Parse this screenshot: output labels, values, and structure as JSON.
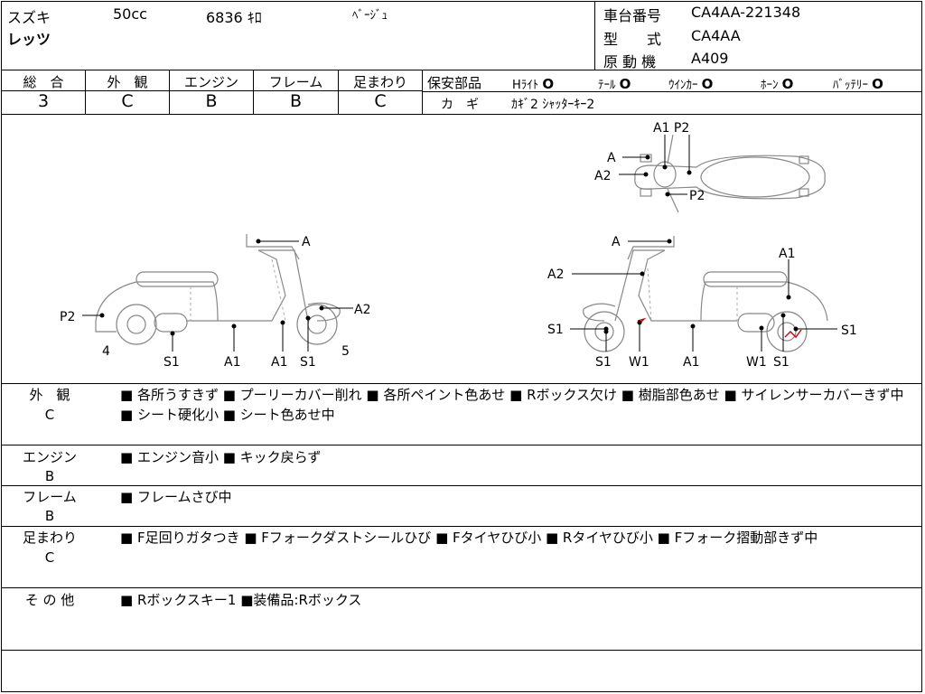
{
  "header": {
    "maker": "スズキ",
    "model": "レッツ",
    "displacement": "50cc",
    "mileage": "6836 ｷﾛ",
    "color": "ﾍﾞｰｼﾞｭ",
    "chassis_label": "車台番号",
    "chassis_value": "CA4AA-221348",
    "type_label": "型　　式",
    "type_value": "CA4AA",
    "engine_label": "原 動 機",
    "engine_value": "A409"
  },
  "grades": [
    {
      "label": "総　合",
      "value": "3"
    },
    {
      "label": "外　観",
      "value": "C"
    },
    {
      "label": "エンジン",
      "value": "B"
    },
    {
      "label": "フレーム",
      "value": "B"
    },
    {
      "label": "足まわり",
      "value": "C"
    }
  ],
  "safety": {
    "label": "保安部品",
    "items": [
      {
        "name": "Hﾗｲﾄ",
        "mark": "O"
      },
      {
        "name": "ﾃｰﾙ",
        "mark": "O"
      },
      {
        "name": "ｳｲﾝｶｰ",
        "mark": "O"
      },
      {
        "name": "ﾎｰﾝ",
        "mark": "O"
      },
      {
        "name": "ﾊﾞｯﾃﾘｰ",
        "mark": "O"
      }
    ]
  },
  "keys": {
    "label": "カ　ギ",
    "value": "ｶｷﾞ2 ｼｬｯﾀｰｷｰ2"
  },
  "diagram_labels": {
    "top": [
      "A1 P2",
      "A",
      "A2",
      "P2"
    ],
    "left": [
      "A",
      "A2",
      "P2",
      "4",
      "S1",
      "A1",
      "A1",
      "S1",
      "5"
    ],
    "right": [
      "A",
      "A2",
      "A1",
      "S1",
      "S1",
      "S1",
      "W1",
      "A1",
      "W1",
      "S1"
    ]
  },
  "sections": [
    {
      "title": "外　観",
      "grade": "C",
      "text": "■ 各所うすきず ■ プーリーカバー削れ ■ 各所ペイント色あせ ■ Rボックス欠け ■ 樹脂部色あせ ■ サイレンサーカバーきず中 ■ シート硬化小 ■ シート色あせ中"
    },
    {
      "title": "エンジン",
      "grade": "B",
      "text": "■ エンジン音小 ■ キック戻らず"
    },
    {
      "title": "フレーム",
      "grade": "B",
      "text": "■ フレームさび中"
    },
    {
      "title": "足まわり",
      "grade": "C",
      "text": "■ F足回りガタつき ■ Fフォークダストシールひび ■ Fタイヤひび小 ■ Rタイヤひび小 ■ Fフォーク摺動部きず中"
    },
    {
      "title": "そ の 他",
      "grade": "",
      "text": "■ Rボックスキー1 ■装備品:Rボックス"
    }
  ]
}
